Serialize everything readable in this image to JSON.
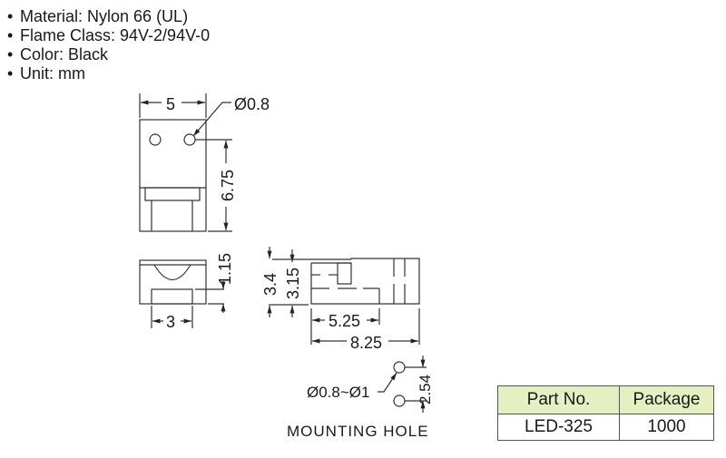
{
  "specs": {
    "items": [
      {
        "label": "Material: Nylon 66 (UL)"
      },
      {
        "label": "Flame Class: 94V-2/94V-0"
      },
      {
        "label": "Color: Black"
      },
      {
        "label": "Unit: mm"
      }
    ],
    "bullet": "•"
  },
  "drawing": {
    "front_view": {
      "width_dim": "5",
      "hole_dia": "Ø0.8",
      "height_dim": "6.75"
    },
    "bottom_view": {
      "width_dim": "3",
      "height_dim": "1.15"
    },
    "side_view": {
      "outer_height": "3.4",
      "inner_height": "3.15",
      "inner_length": "5.25",
      "total_length": "8.25"
    },
    "mounting": {
      "hole_dia": "Ø0.8~Ø1",
      "pitch": "2.54",
      "label": "MOUNTING HOLE"
    }
  },
  "table": {
    "headers": [
      "Part No.",
      "Package"
    ],
    "rows": [
      [
        "LED-325",
        "1000"
      ]
    ],
    "header_bg": "#e4efc2"
  }
}
